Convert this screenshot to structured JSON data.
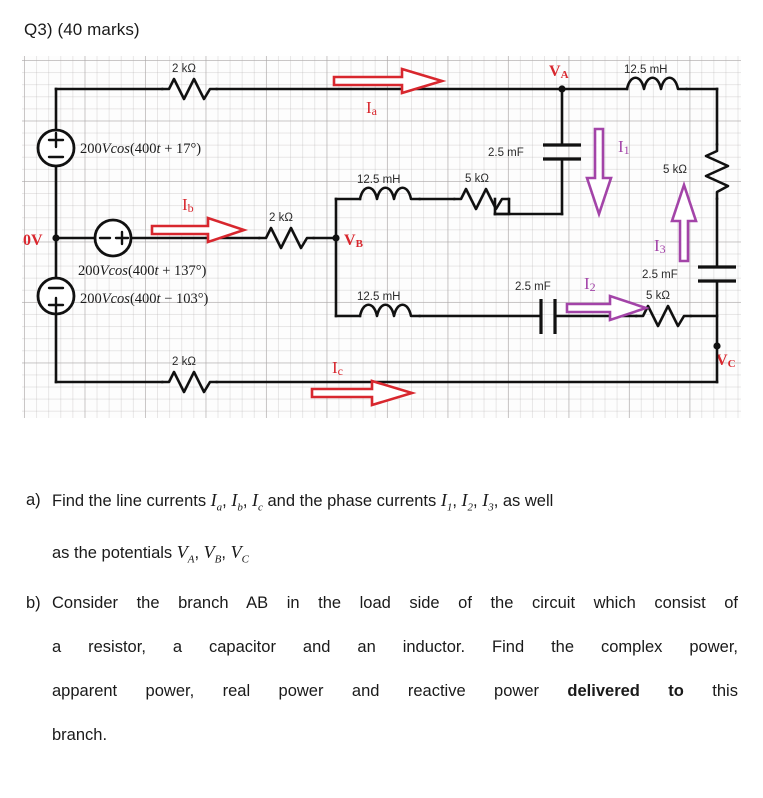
{
  "heading": "Q3) (40 marks)",
  "figure": {
    "nodes": {
      "zero_volt": "0V",
      "va": "V",
      "va_sub": "A",
      "vb": "V",
      "vb_sub": "B",
      "vc": "V",
      "vc_sub": "C"
    },
    "sources": [
      {
        "name": "source-phase-a",
        "prefix": "200",
        "v": "V",
        "fn": "cos",
        "arg": "(400t + 17°)",
        "top_sign": "+",
        "bottom_sign": "−"
      },
      {
        "name": "source-phase-b",
        "prefix": "200",
        "v": "V",
        "fn": "cos",
        "arg": "(400t + 137°)",
        "left_sign": "−",
        "right_sign": "+"
      },
      {
        "name": "source-phase-c",
        "prefix": "200",
        "v": "V",
        "fn": "cos",
        "arg": "(400t − 103°)",
        "top_sign": "−",
        "bottom_sign": "+"
      }
    ],
    "components": [
      {
        "name": "line-resistor-a",
        "label": "2 kΩ",
        "type": "resistor"
      },
      {
        "name": "line-resistor-b",
        "label": "2 kΩ",
        "type": "resistor"
      },
      {
        "name": "line-resistor-c",
        "label": "2 kΩ",
        "type": "resistor"
      },
      {
        "name": "inductor-ab-top",
        "label": "12.5 mH",
        "type": "inductor"
      },
      {
        "name": "resistor-ab",
        "label": "5 kΩ",
        "type": "resistor"
      },
      {
        "name": "capacitor-ab",
        "label": "2.5 mF",
        "type": "capacitor"
      },
      {
        "name": "inductor-branch-ca",
        "label": "12.5 mH",
        "type": "inductor"
      },
      {
        "name": "resistor-branch-ca",
        "label": "5 kΩ",
        "type": "resistor"
      },
      {
        "name": "capacitor-branch-ca",
        "label": "2.5 mF",
        "type": "capacitor"
      },
      {
        "name": "inductor-bc",
        "label": "12.5 mH",
        "type": "inductor"
      },
      {
        "name": "capacitor-bc",
        "label": "2.5 mF",
        "type": "capacitor"
      },
      {
        "name": "resistor-bc",
        "label": "5 kΩ",
        "type": "resistor"
      }
    ],
    "currents": [
      {
        "name": "current-ia",
        "sym": "I",
        "sub": "a",
        "color": "#d8272e",
        "dir": "right"
      },
      {
        "name": "current-ib",
        "sym": "I",
        "sub": "b",
        "color": "#d8272e",
        "dir": "right"
      },
      {
        "name": "current-ic",
        "sym": "I",
        "sub": "c",
        "color": "#d8272e",
        "dir": "right"
      },
      {
        "name": "current-i1",
        "sym": "I",
        "sub": "1",
        "color": "#a344a8",
        "dir": "down"
      },
      {
        "name": "current-i2",
        "sym": "I",
        "sub": "2",
        "color": "#a344a8",
        "dir": "right"
      },
      {
        "name": "current-i3",
        "sym": "I",
        "sub": "3",
        "color": "#a344a8",
        "dir": "up"
      }
    ],
    "colors": {
      "wire": "#111111",
      "grid": "#b4b0b0",
      "red": "#d8272e",
      "purple": "#a344a8",
      "paper": "#fdfdfd"
    }
  },
  "questions": [
    {
      "marker": "a)",
      "lines": [
        {
          "segments": [
            {
              "t": "text",
              "v": "Find the line currents  "
            },
            {
              "t": "math",
              "v": "I",
              "sub": "a"
            },
            {
              "t": "text",
              "v": ", "
            },
            {
              "t": "math",
              "v": "I",
              "sub": "b"
            },
            {
              "t": "text",
              "v": ", "
            },
            {
              "t": "math",
              "v": "I",
              "sub": "c"
            },
            {
              "t": "text",
              "v": "  and the phase currents  "
            },
            {
              "t": "math",
              "v": "I",
              "sub": "1"
            },
            {
              "t": "text",
              "v": ", "
            },
            {
              "t": "math",
              "v": "I",
              "sub": "2"
            },
            {
              "t": "text",
              "v": ", "
            },
            {
              "t": "math",
              "v": "I",
              "sub": "3"
            },
            {
              "t": "text",
              "v": ", as well"
            }
          ]
        },
        {
          "segments": [
            {
              "t": "text",
              "v": "as the potentials  "
            },
            {
              "t": "math",
              "v": "V",
              "sub": "A"
            },
            {
              "t": "text",
              "v": ", "
            },
            {
              "t": "math",
              "v": "V",
              "sub": "B"
            },
            {
              "t": "text",
              "v": ", "
            },
            {
              "t": "math",
              "v": "V",
              "sub": "C"
            }
          ]
        }
      ]
    },
    {
      "marker": "b)",
      "lines": [
        {
          "justify": true,
          "segments": [
            {
              "t": "text",
              "v": "Consider the branch AB in the load side of the circuit which consist of"
            }
          ]
        },
        {
          "justify": true,
          "segments": [
            {
              "t": "text",
              "v": "a resistor, a capacitor and an inductor. Find the complex power,"
            }
          ]
        },
        {
          "justify": true,
          "segments": [
            {
              "t": "text",
              "v": "apparent power, real power and reactive power "
            },
            {
              "t": "bold",
              "v": "delivered to"
            },
            {
              "t": "text",
              "v": " this"
            }
          ]
        },
        {
          "segments": [
            {
              "t": "text",
              "v": "branch."
            }
          ]
        }
      ]
    }
  ]
}
